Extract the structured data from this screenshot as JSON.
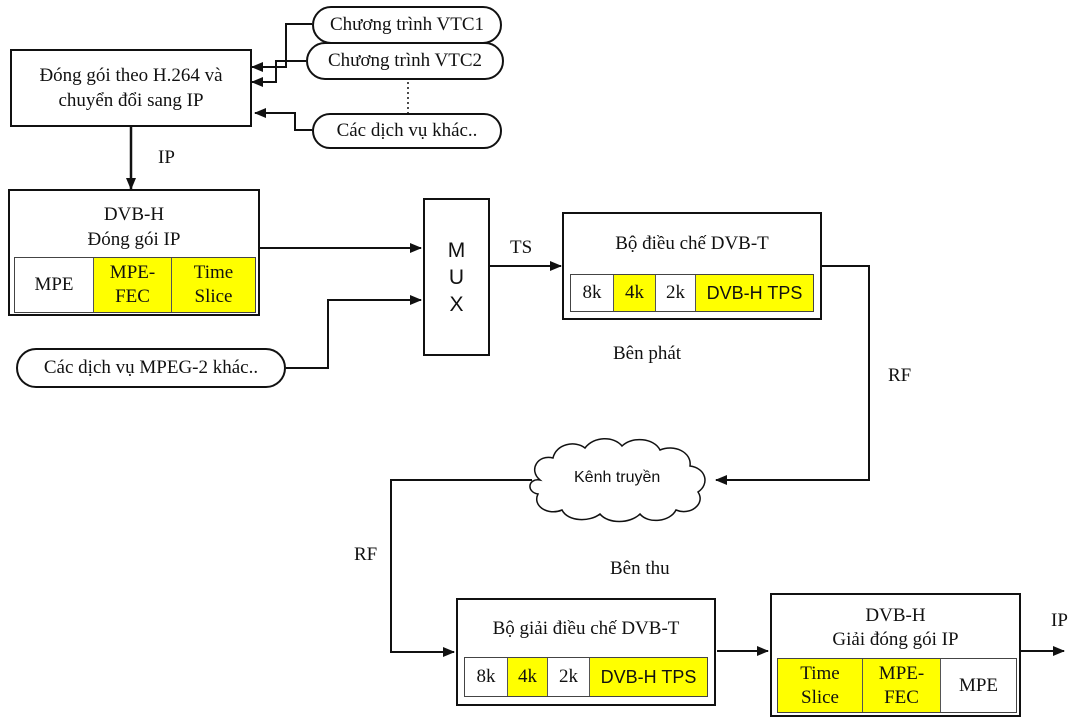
{
  "sources": {
    "vtc1": "Chương trình VTC1",
    "vtc2": "Chương trình VTC2",
    "other_services": "Các dịch vụ khác.."
  },
  "encap_box": {
    "line1": "Đóng gói theo H.264 và",
    "line2": "chuyển đổi sang IP"
  },
  "ip_label_top": "IP",
  "dvbh_tx": {
    "title": "DVB-H",
    "subtitle": "Đóng gói IP",
    "cells": [
      {
        "text": "MPE",
        "color": "white"
      },
      {
        "text": "MPE-\nFEC",
        "color": "yellow"
      },
      {
        "text": "Time\nSlice",
        "color": "yellow"
      }
    ]
  },
  "mpeg2_services": "Các dịch vụ MPEG-2 khác..",
  "mux": {
    "letters": [
      "M",
      "U",
      "X"
    ]
  },
  "ts_label": "TS",
  "modulator": {
    "title": "Bộ điều chế DVB-T",
    "cells": [
      {
        "text": "8k",
        "color": "white"
      },
      {
        "text": "4k",
        "color": "yellow"
      },
      {
        "text": "2k",
        "color": "white"
      },
      {
        "text": "DVB-H TPS",
        "color": "yellow"
      }
    ]
  },
  "transmit_side": "Bên phát",
  "rf_label_right": "RF",
  "channel": "Kênh truyền",
  "rf_label_left": "RF",
  "receive_side": "Bên thu",
  "demodulator": {
    "title": "Bộ giải điều chế DVB-T",
    "cells": [
      {
        "text": "8k",
        "color": "white"
      },
      {
        "text": "4k",
        "color": "yellow"
      },
      {
        "text": "2k",
        "color": "white"
      },
      {
        "text": "DVB-H TPS",
        "color": "yellow"
      }
    ]
  },
  "dvbh_rx": {
    "title": "DVB-H",
    "subtitle": "Giải đóng gói IP",
    "cells": [
      {
        "text": "Time\nSlice",
        "color": "yellow"
      },
      {
        "text": "MPE-\nFEC",
        "color": "yellow"
      },
      {
        "text": "MPE",
        "color": "white"
      }
    ]
  },
  "ip_label_out": "IP",
  "colors": {
    "yellow": "#ffff00",
    "line": "#111111"
  }
}
